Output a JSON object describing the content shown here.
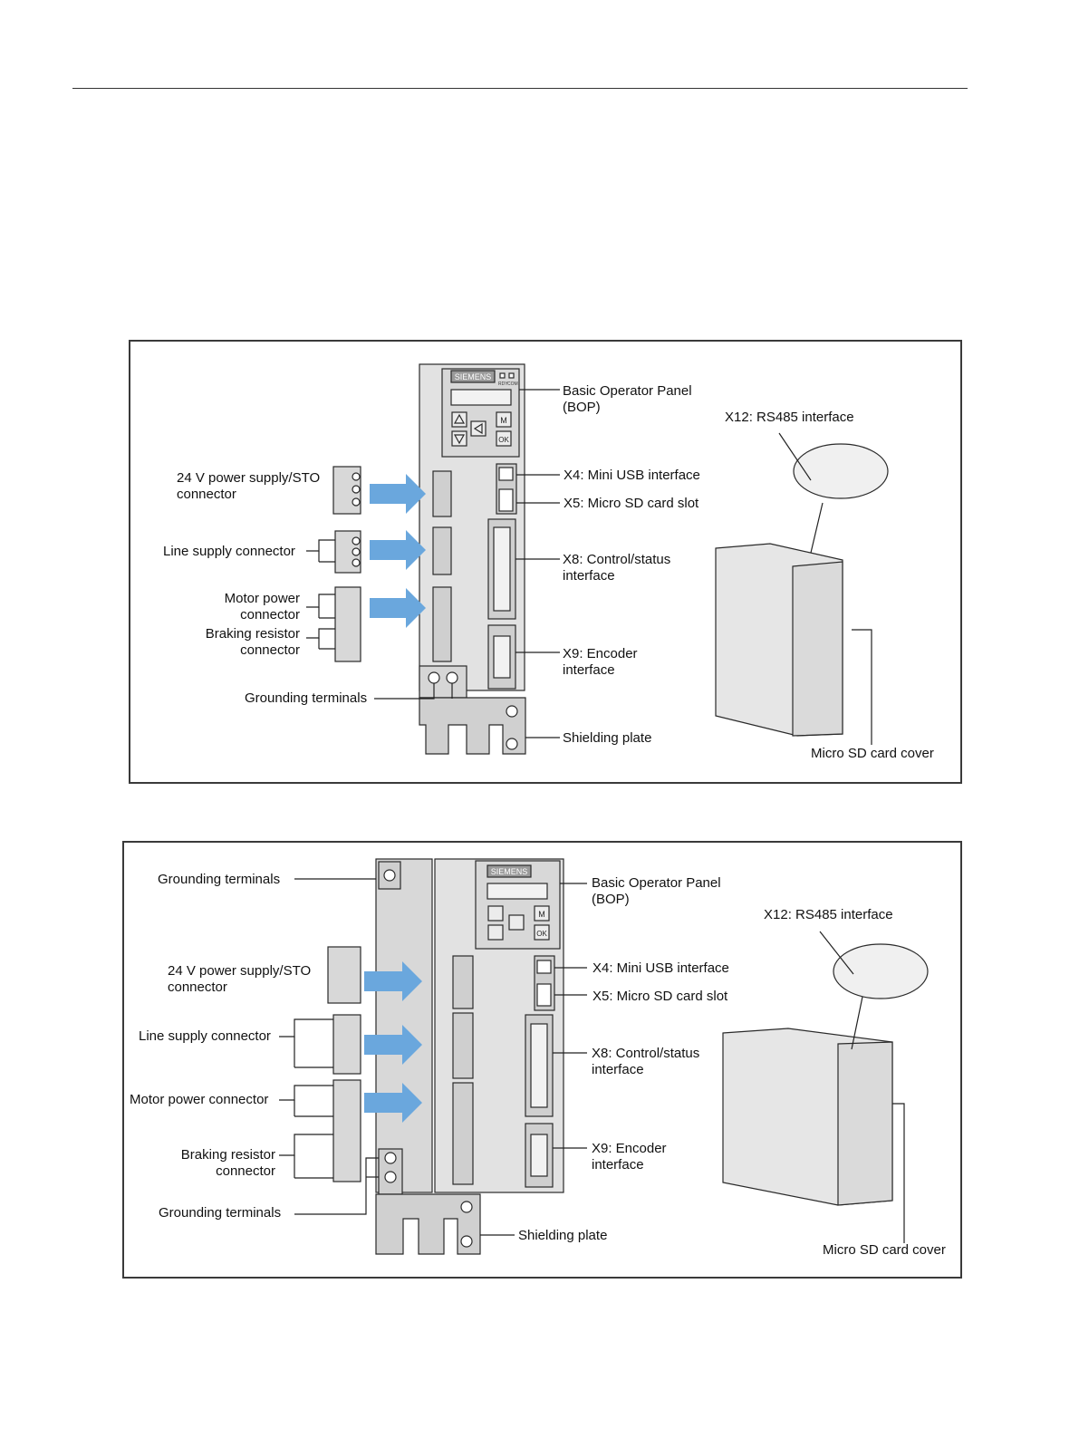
{
  "brand": "SIEMENS",
  "led_labels": [
    "RDY",
    "COM"
  ],
  "bop_keys": [
    "M",
    "OK"
  ],
  "colors": {
    "arrow": "#6aa7dd",
    "housing": "#e0e0e0",
    "outline": "#2a2a2a",
    "frame": "#3a3a3a"
  },
  "figure1": {
    "labels": {
      "bop": "Basic Operator Panel\n(BOP)",
      "x12": "X12: RS485 interface",
      "sto": "24 V power supply/STO\nconnector",
      "x4": "X4: Mini USB interface",
      "x5": "X5: Micro SD card slot",
      "line": "Line supply connector",
      "x8": "X8: Control/status\ninterface",
      "motor": "Motor power\nconnector",
      "brake": "Braking resistor\nconnector",
      "x9": "X9: Encoder\ninterface",
      "ground": "Grounding terminals",
      "shield": "Shielding plate",
      "sdcover": "Micro SD card cover"
    }
  },
  "figure2": {
    "labels": {
      "ground_top": "Grounding terminals",
      "bop": "Basic Operator Panel\n(BOP)",
      "x12": "X12: RS485 interface",
      "sto": "24 V power supply/STO\nconnector",
      "x4": "X4: Mini USB interface",
      "x5": "X5: Micro SD card slot",
      "line": "Line supply connector",
      "x8": "X8: Control/status\ninterface",
      "motor": "Motor power connector",
      "x9": "X9: Encoder\ninterface",
      "brake": "Braking resistor\nconnector",
      "ground_bottom": "Grounding terminals",
      "shield": "Shielding plate",
      "sdcover": "Micro SD card cover"
    }
  }
}
